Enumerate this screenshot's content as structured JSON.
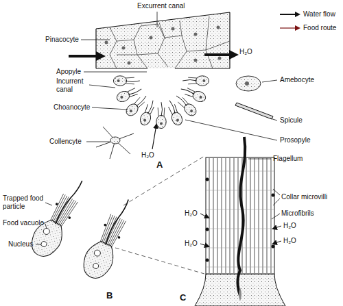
{
  "diagram": {
    "labels": [
      "Excurrent canal",
      "Pinacocyte",
      "H₂O",
      "Apopyle",
      "Incurrent canal",
      "Choanocyte",
      "Collencyte",
      "Amebocyte",
      "Spicule",
      "Prosopyle",
      "H₂O",
      "A",
      "Trapped food particle",
      "Food vacuole",
      "Nucleus",
      "B",
      "Flagellum",
      "Collar microvilli",
      "Microfibrils",
      "H₂O",
      "H₂O",
      "H₂O",
      "H₂O",
      "C"
    ],
    "legend": [
      {
        "text": "Water flow"
      },
      {
        "text": "Food route"
      }
    ]
  }
}
